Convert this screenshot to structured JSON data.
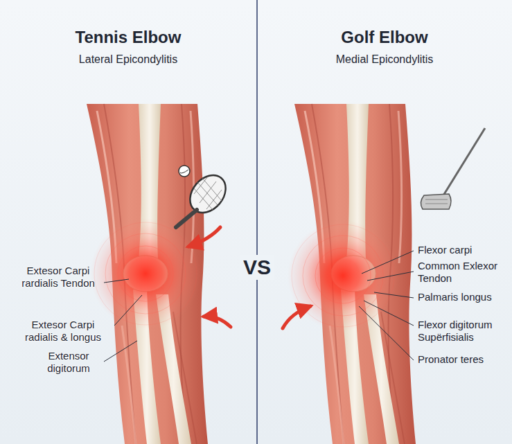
{
  "diagram": {
    "labels": [
      "Tennis Elbow",
      "Lateral Epicondylitis",
      "Golf Elbow",
      "Medial Epicondylitis",
      "VS",
      "Extesor Carpi rardialis Tendon",
      "Extesor Carpi radialis & longus",
      "Extensor digitorum",
      "Flexor carpi",
      "Common Exlexor Tendon",
      "Palmaris longus",
      "Flexor digitorum Supërfisialis",
      "Pronator teres"
    ]
  }
}
